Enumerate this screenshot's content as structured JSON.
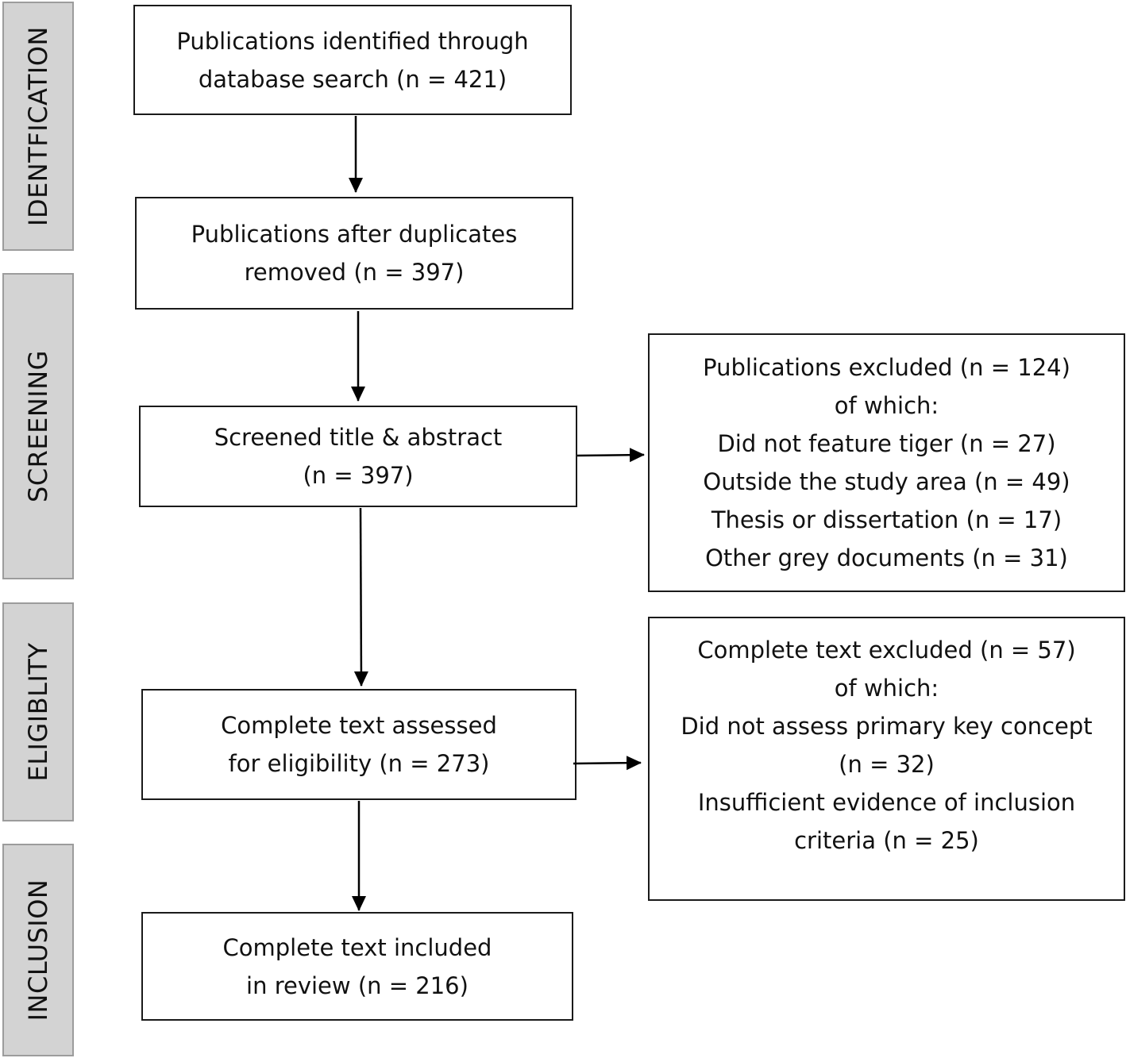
{
  "stages": {
    "identification": "IDENTFICATION",
    "screening": "SCREENING",
    "eligibility": "ELIGIBLITY",
    "inclusion": "INCLUSION"
  },
  "boxes": {
    "identified": {
      "line1": "Publications identified through",
      "line2": "database search (n = 421)"
    },
    "after_duplicates": {
      "line1": "Publications after duplicates",
      "line2": "removed (n = 397)"
    },
    "screened": {
      "line1": "Screened title & abstract",
      "line2": "(n = 397)"
    },
    "excluded_screening": {
      "lines": [
        "Publications excluded (n = 124)",
        "of which:",
        "Did not feature tiger (n = 27)",
        "Outside the study area (n = 49)",
        "Thesis or dissertation (n = 17)",
        "Other grey documents (n = 31)"
      ]
    },
    "assessed": {
      "line1": "Complete text assessed",
      "line2": "for eligibility (n = 273)"
    },
    "excluded_eligibility": {
      "lines": [
        "Complete text excluded (n = 57)",
        "of which:",
        "Did not assess primary key concept",
        "(n = 32)",
        "Insufficient evidence of inclusion",
        "criteria (n = 25)"
      ]
    },
    "included": {
      "line1": "Complete text included",
      "line2": "in review (n = 216)"
    }
  },
  "colors": {
    "stage_fill": "#d3d3d3",
    "stage_border": "#9c9c9c",
    "box_border": "#1a1a1a",
    "arrow": "#000000"
  }
}
